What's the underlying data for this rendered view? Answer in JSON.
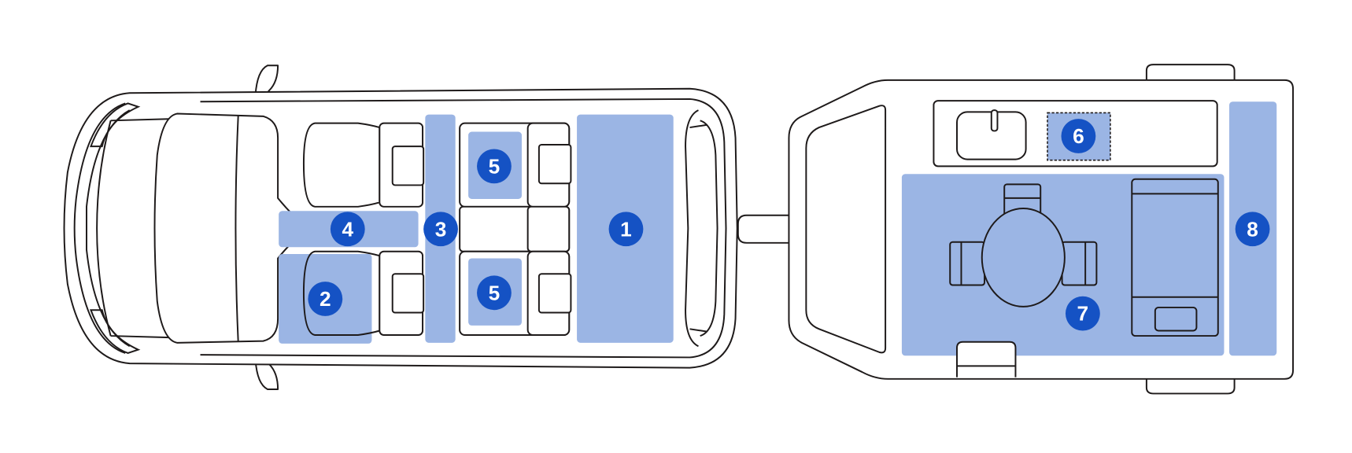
{
  "diagram": {
    "title": "Van and trailer floor plan",
    "zone_color": "#9bb5e4",
    "badge_color": "#1552c4",
    "zones": [
      {
        "id": "1",
        "label": "1"
      },
      {
        "id": "2",
        "label": "2"
      },
      {
        "id": "3",
        "label": "3"
      },
      {
        "id": "4",
        "label": "4"
      },
      {
        "id": "5a",
        "label": "5"
      },
      {
        "id": "5b",
        "label": "5"
      },
      {
        "id": "6",
        "label": "6"
      },
      {
        "id": "7",
        "label": "7"
      },
      {
        "id": "8",
        "label": "8"
      }
    ]
  }
}
